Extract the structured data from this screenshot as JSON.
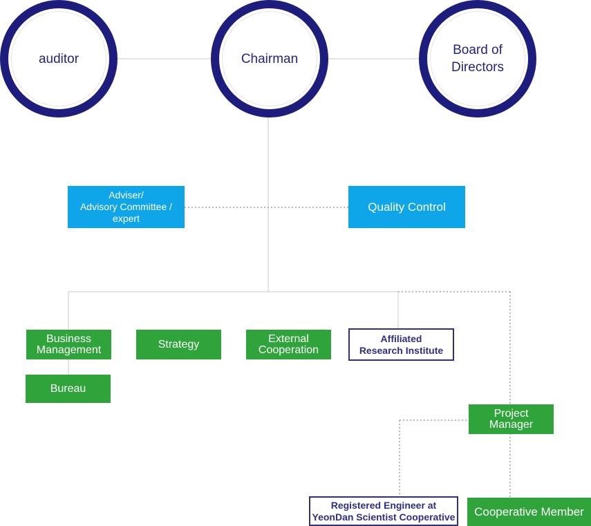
{
  "nodes": {
    "auditor": "auditor",
    "chairman": "Chairman",
    "board": "Board of\nDirectors",
    "adviser": "Adviser/\nAdvisory Committee /\nexpert",
    "quality": "Quality Control",
    "business": "Business\nManagement",
    "strategy": "Strategy",
    "external": "External\nCooperation",
    "affiliated": "Affiliated\nResearch Institute",
    "bureau": "Bureau",
    "project_manager": "Project\nManager",
    "registered": "Registered Engineer at\nYeonDan Scientist Cooperative",
    "cooperative_member": "Cooperative Member"
  },
  "colors": {
    "circle_border": "#1d1d7e",
    "blue_box": "#0ea5e9",
    "green_box": "#2ea43a",
    "outline_box": "#2e2e86",
    "connector": "#c8c8c8",
    "dotted_connector": "#a0a0a0"
  }
}
